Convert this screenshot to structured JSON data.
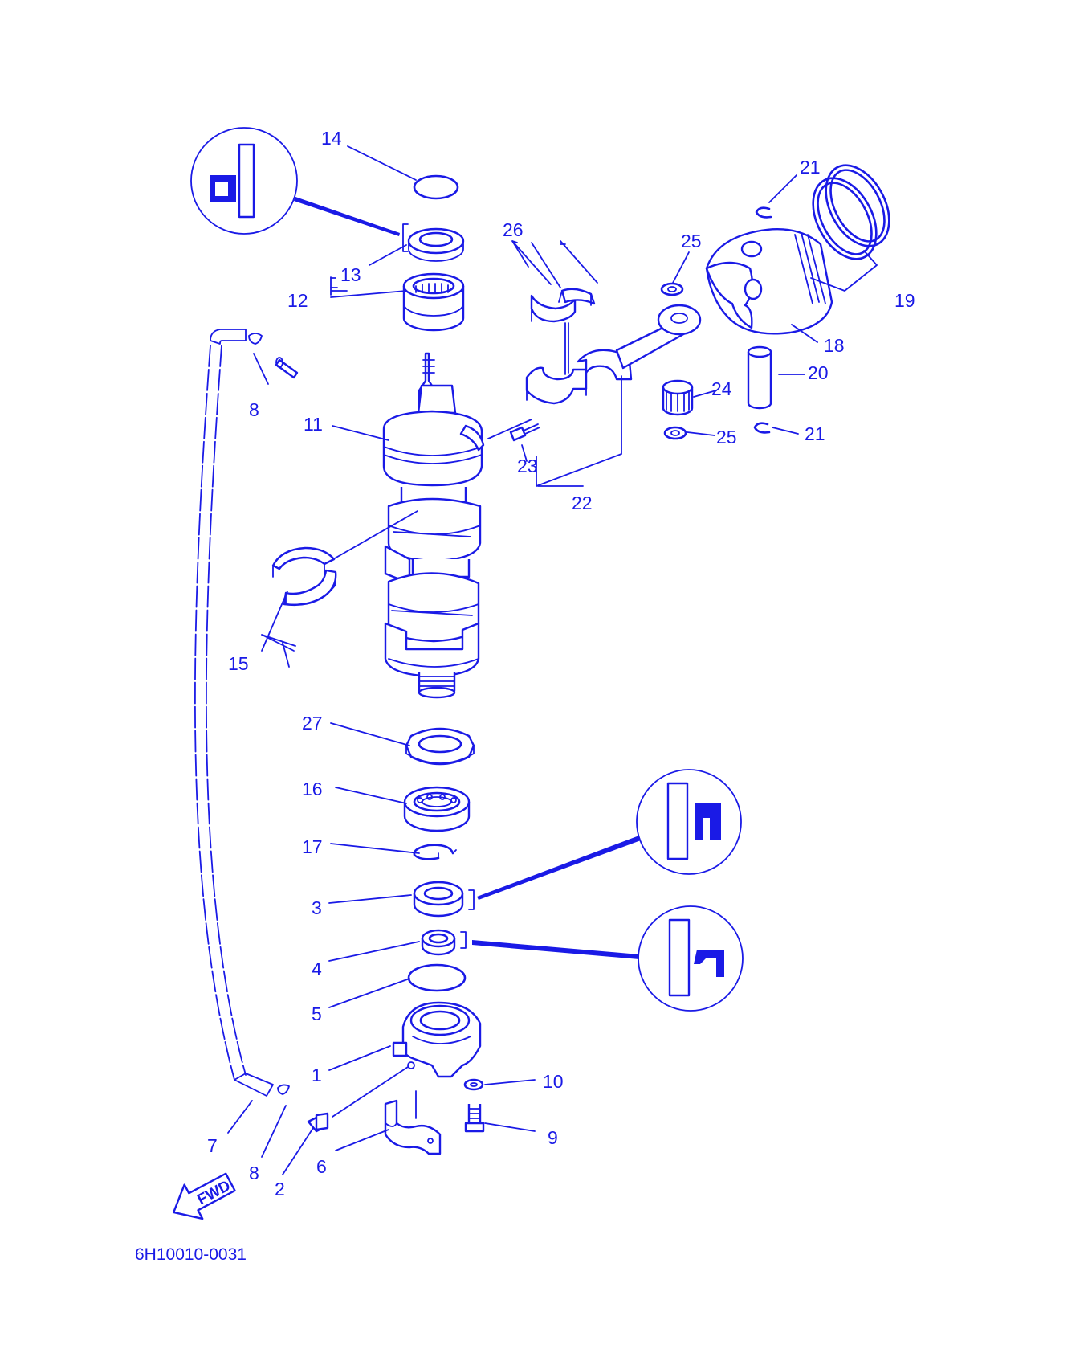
{
  "diagram": {
    "part_code": "6H10010-0031",
    "direction_label": "FWD",
    "callouts": [
      {
        "id": "c14",
        "text": "14"
      },
      {
        "id": "c13",
        "text": "13"
      },
      {
        "id": "c12",
        "text": "12"
      },
      {
        "id": "c26",
        "text": "26"
      },
      {
        "id": "c25a",
        "text": "25"
      },
      {
        "id": "c21a",
        "text": "21"
      },
      {
        "id": "c19",
        "text": "19"
      },
      {
        "id": "c18",
        "text": "18"
      },
      {
        "id": "c20",
        "text": "20"
      },
      {
        "id": "c24",
        "text": "24"
      },
      {
        "id": "c25b",
        "text": "25"
      },
      {
        "id": "c21b",
        "text": "21"
      },
      {
        "id": "c8a",
        "text": "8"
      },
      {
        "id": "c11",
        "text": "11"
      },
      {
        "id": "c23",
        "text": "23"
      },
      {
        "id": "c22",
        "text": "22"
      },
      {
        "id": "c15",
        "text": "15"
      },
      {
        "id": "c27",
        "text": "27"
      },
      {
        "id": "c16",
        "text": "16"
      },
      {
        "id": "c17",
        "text": "17"
      },
      {
        "id": "c3",
        "text": "3"
      },
      {
        "id": "c4",
        "text": "4"
      },
      {
        "id": "c5",
        "text": "5"
      },
      {
        "id": "c1",
        "text": "1"
      },
      {
        "id": "c10",
        "text": "10"
      },
      {
        "id": "c9",
        "text": "9"
      },
      {
        "id": "c7",
        "text": "7"
      },
      {
        "id": "c8b",
        "text": "8"
      },
      {
        "id": "c2",
        "text": "2"
      },
      {
        "id": "c6",
        "text": "6"
      }
    ],
    "lubricant_symbols": [
      {
        "id": "top",
        "icon": "grease-a-symbol-icon"
      },
      {
        "id": "mid",
        "icon": "grease-symbol-icon"
      },
      {
        "id": "low",
        "icon": "grease-symbol-icon"
      }
    ],
    "color": "#1a1ae6"
  }
}
